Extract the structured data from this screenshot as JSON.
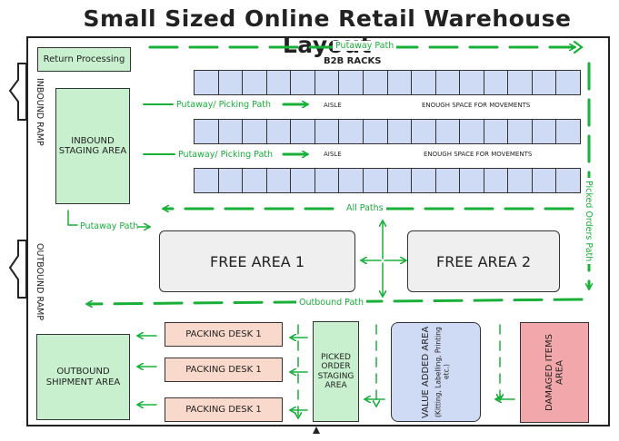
{
  "title": "Small Sized Online Retail Warehouse Layout",
  "colors": {
    "path": "#19b03a",
    "zone_green": "#c8f0cf",
    "rack_blue": "#cfdaf4",
    "packing": "#f8d9cc",
    "damaged": "#f2a8aa",
    "free": "#efefef"
  },
  "ramps": {
    "inbound": "INBOUND RAMP",
    "outbound": "OUTBOUND RAMP"
  },
  "zones": {
    "return_processing": "Return Processing",
    "inbound_staging": "INBOUND STAGING AREA",
    "free_area_1": "FREE AREA 1",
    "free_area_2": "FREE AREA 2",
    "outbound_shipment": "OUTBOUND SHIPMENT AREA",
    "picked_order_staging": "PICKED ORDER STAGING AREA",
    "value_added": "VALUE ADDED AREA",
    "value_added_note": "(Kitting, Labelling, Printing etc.)",
    "damaged_items": "DAMAGED ITEMS AREA"
  },
  "packing_desks": [
    "PACKING DESK 1",
    "PACKING DESK 1",
    "PACKING DESK 1"
  ],
  "racks": {
    "label": "B2B RACKS"
  },
  "aisles": [
    {
      "aisle": "AISLE",
      "note": "ENOUGH SPACE FOR MOVEMENTS",
      "path": "Putaway/ Picking Path"
    },
    {
      "aisle": "AISLE",
      "note": "ENOUGH SPACE FOR MOVEMENTS",
      "path": "Putaway/ Picking Path"
    }
  ],
  "paths": {
    "top": "Putaway Path",
    "all": "All Paths",
    "putaway_left": "Putaway Path",
    "outbound": "Outbound Path",
    "picked_orders": "Picked Orders Path"
  }
}
